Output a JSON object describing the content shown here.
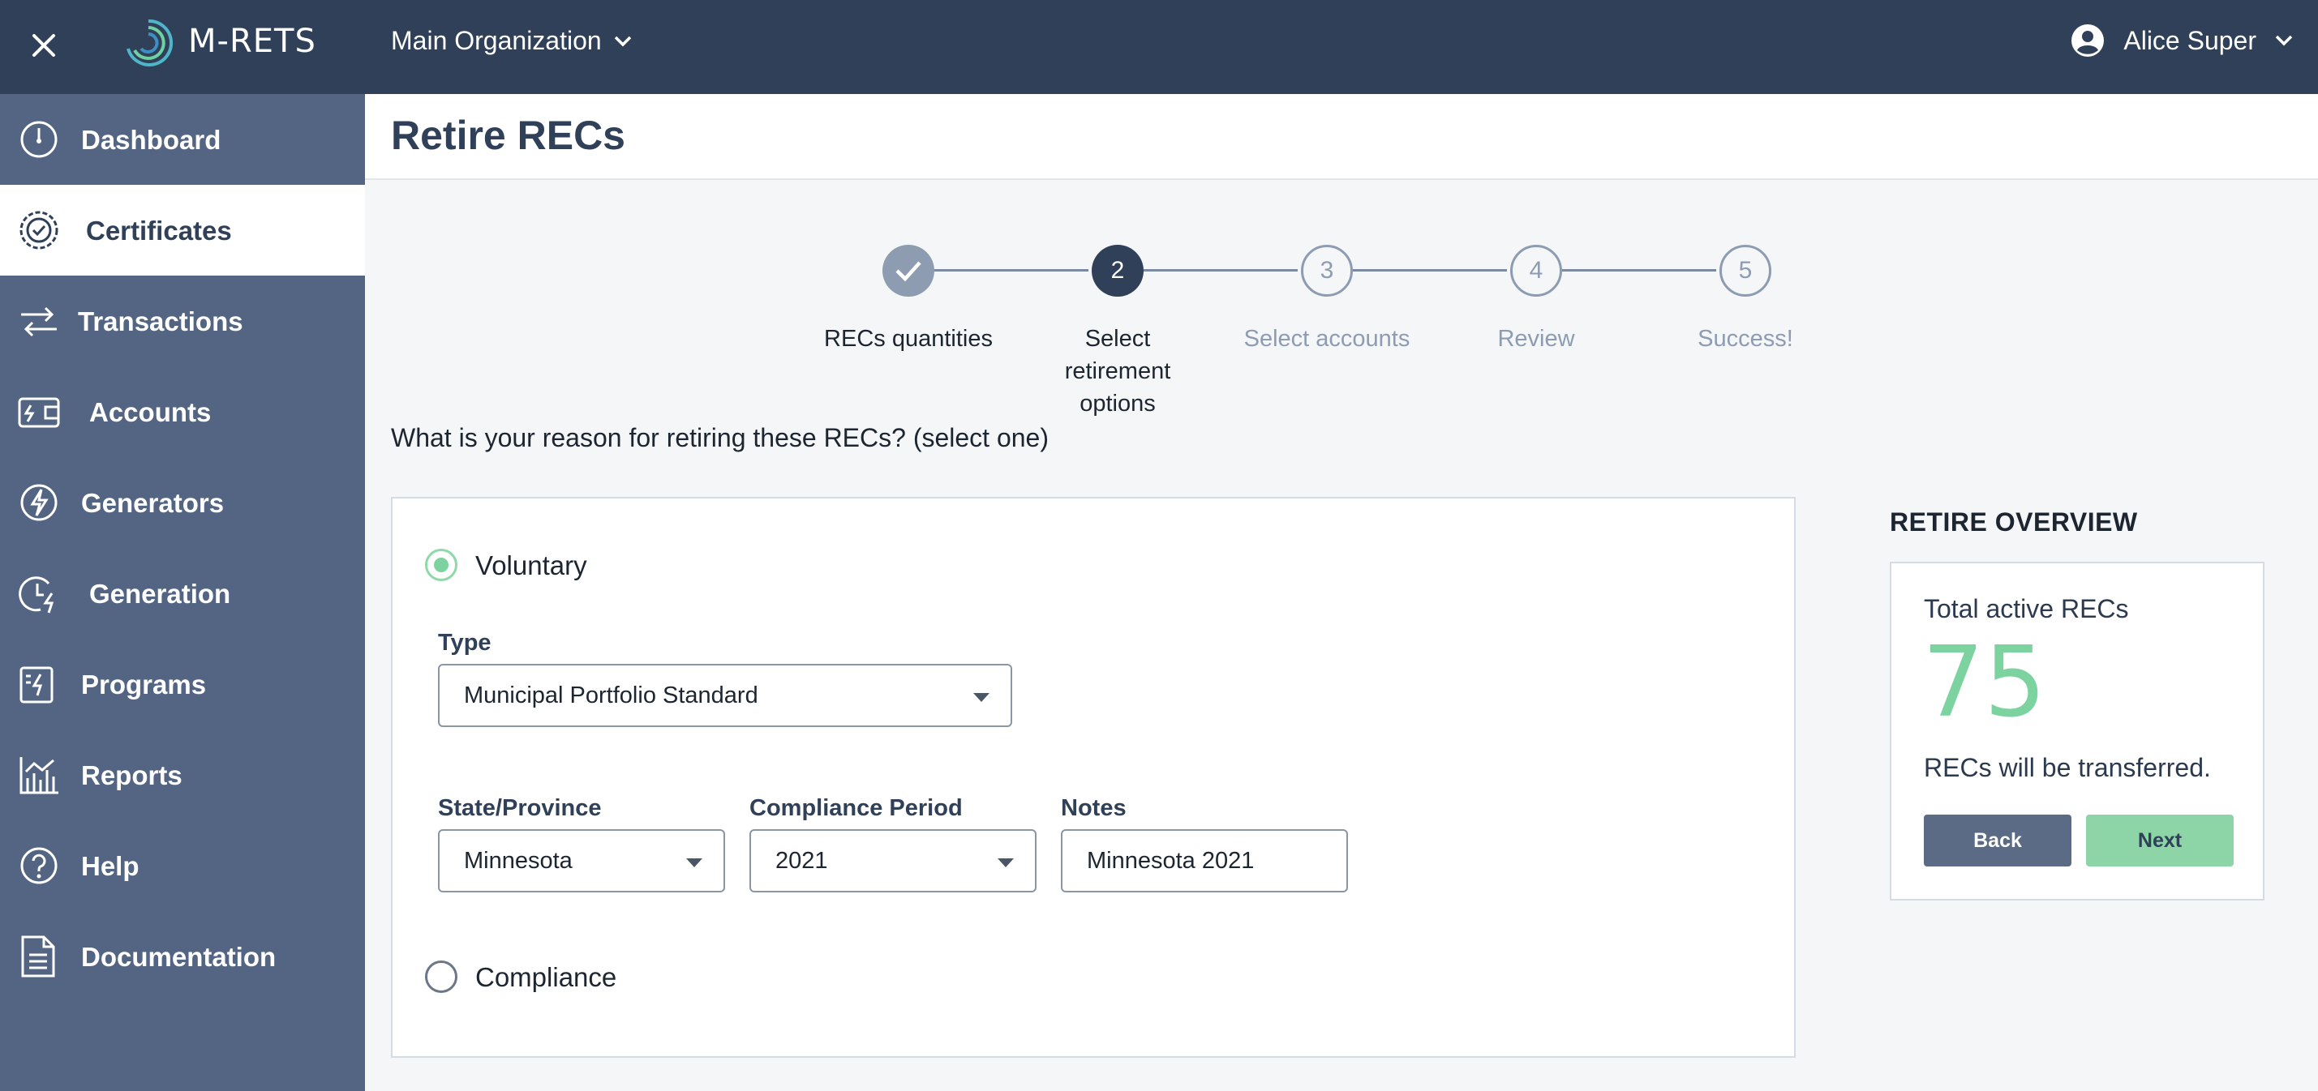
{
  "app": {
    "brand": "M-RETS",
    "organization": "Main Organization",
    "user": "Alice Super"
  },
  "nav": [
    {
      "label": "Dashboard",
      "icon": "dashboard-icon"
    },
    {
      "label": "Certificates",
      "icon": "certificate-icon",
      "active": true
    },
    {
      "label": "Transactions",
      "icon": "transactions-icon"
    },
    {
      "label": "Accounts",
      "icon": "accounts-icon"
    },
    {
      "label": "Generators",
      "icon": "generators-icon"
    },
    {
      "label": "Generation",
      "icon": "generation-icon"
    },
    {
      "label": "Programs",
      "icon": "programs-icon"
    },
    {
      "label": "Reports",
      "icon": "reports-icon"
    },
    {
      "label": "Help",
      "icon": "help-icon"
    },
    {
      "label": "Documentation",
      "icon": "documentation-icon"
    }
  ],
  "page": {
    "title": "Retire RECs"
  },
  "stepper": {
    "steps": [
      {
        "number": "",
        "label": "RECs quantities",
        "state": "done"
      },
      {
        "number": "2",
        "label": "Select retirement options",
        "state": "current"
      },
      {
        "number": "3",
        "label": "Select accounts",
        "state": "future"
      },
      {
        "number": "4",
        "label": "Review",
        "state": "future"
      },
      {
        "number": "5",
        "label": "Success!",
        "state": "future"
      }
    ]
  },
  "form": {
    "question": "What is your reason for retiring these RECs? (select one)",
    "voluntary_label": "Voluntary",
    "compliance_label": "Compliance",
    "type_label": "Type",
    "type_value": "Municipal Portfolio Standard",
    "state_label": "State/Province",
    "state_value": "Minnesota",
    "period_label": "Compliance Period",
    "period_value": "2021",
    "notes_label": "Notes",
    "notes_value": "Minnesota 2021"
  },
  "overview": {
    "title": "RETIRE OVERVIEW",
    "total_label": "Total active RECs",
    "total_value": "75",
    "transfer_text": "RECs will be transferred.",
    "back_label": "Back",
    "next_label": "Next"
  },
  "colors": {
    "topbar": "#2f4058",
    "sidebar": "#536582",
    "accent_green": "#7dd3a0"
  }
}
